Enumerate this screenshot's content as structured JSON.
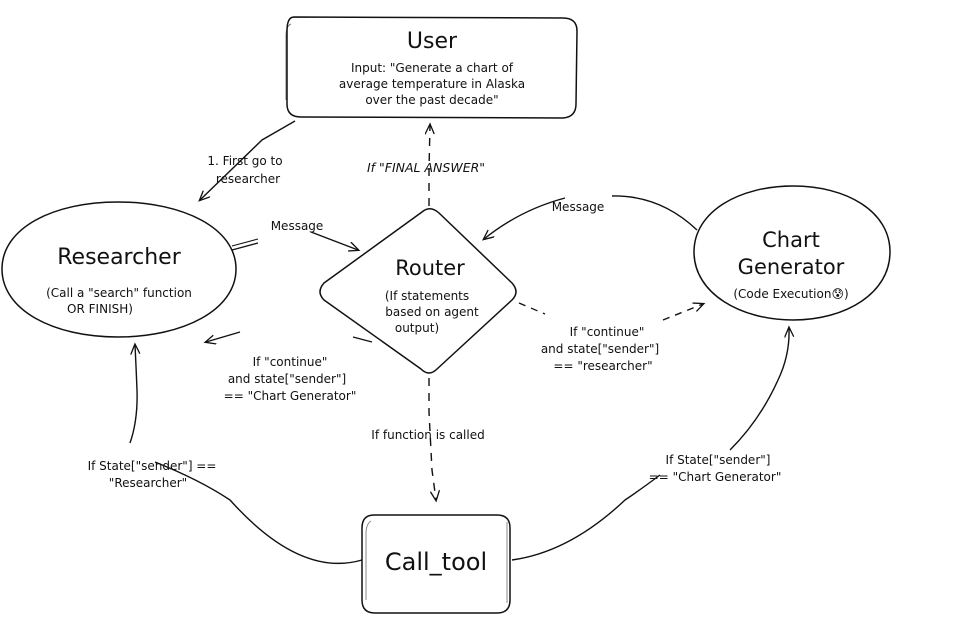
{
  "diagram": {
    "type": "agent-workflow-graph",
    "style": "hand-drawn sketch, black ink on white",
    "nodes": {
      "user": {
        "shape": "rounded-rectangle",
        "title": "User",
        "body_lines": [
          "Input: \"Generate a chart of",
          "average temperature in Alaska",
          "over the past decade\""
        ]
      },
      "researcher": {
        "shape": "ellipse",
        "title": "Researcher",
        "body_lines": [
          "(Call a \"search\" function",
          "OR FINISH)"
        ]
      },
      "router": {
        "shape": "diamond",
        "title": "Router",
        "body_lines": [
          "(If statements",
          "based on agent",
          "output)"
        ]
      },
      "chart_generator": {
        "shape": "ellipse",
        "title_lines": [
          "Chart",
          "Generator"
        ],
        "body_lines": [
          "(Code Execution😰)"
        ]
      },
      "call_tool": {
        "shape": "rounded-rectangle",
        "title": "Call_tool"
      }
    },
    "edges": [
      {
        "id": "user-to-researcher",
        "from": "user",
        "to": "researcher",
        "line": "solid",
        "label_lines": [
          "1. First go to",
          "researcher"
        ]
      },
      {
        "id": "router-to-user",
        "from": "router",
        "to": "user",
        "line": "dashed",
        "label_lines": [
          "If \"FINAL ANSWER\""
        ],
        "italic": true
      },
      {
        "id": "researcher-to-router",
        "from": "researcher",
        "to": "router",
        "line": "solid",
        "label_lines": [
          "Message"
        ]
      },
      {
        "id": "chartgen-to-router",
        "from": "chart_generator",
        "to": "router",
        "line": "solid",
        "label_lines": [
          "Message"
        ]
      },
      {
        "id": "router-to-researcher",
        "from": "router",
        "to": "researcher",
        "line": "solid",
        "label_lines": [
          "If \"continue\"",
          "and state[\"sender\"]",
          "== \"Chart Generator\""
        ]
      },
      {
        "id": "router-to-chartgen",
        "from": "router",
        "to": "chart_generator",
        "line": "dashed",
        "label_lines": [
          "If \"continue\"",
          "and state[\"sender\"]",
          "== \"researcher\""
        ]
      },
      {
        "id": "router-to-calltool",
        "from": "router",
        "to": "call_tool",
        "line": "dashed",
        "label_lines": [
          "If function is called"
        ]
      },
      {
        "id": "calltool-to-researcher",
        "from": "call_tool",
        "to": "researcher",
        "line": "solid",
        "label_lines": [
          "If State[\"sender\"] ==",
          "\"Researcher\""
        ]
      },
      {
        "id": "calltool-to-chartgen",
        "from": "call_tool",
        "to": "chart_generator",
        "line": "solid",
        "label_lines": [
          "If State[\"sender\"]",
          "== \"Chart Generator\""
        ]
      }
    ],
    "colors": {
      "ink": "#111111",
      "background": "#ffffff"
    }
  }
}
